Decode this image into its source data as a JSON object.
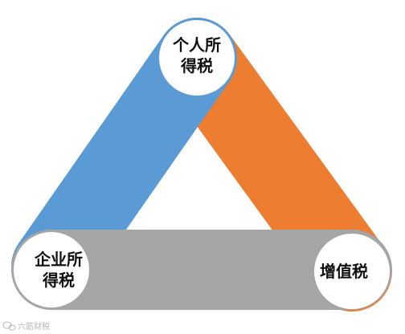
{
  "nodes": {
    "top": {
      "line1": "个人所",
      "line2": "得税"
    },
    "bottom_left": {
      "line1": "企业所",
      "line2": "得税"
    },
    "bottom_right": {
      "line1": "增值税"
    }
  },
  "bands": {
    "left": {
      "color": "#5b9bd5"
    },
    "right": {
      "color": "#ed7d31"
    },
    "bottom": {
      "color": "#a5a5a5"
    }
  },
  "circle_fill": "#ffffff",
  "watermark": {
    "text": "六筋财税",
    "icon": "wechat-icon"
  }
}
